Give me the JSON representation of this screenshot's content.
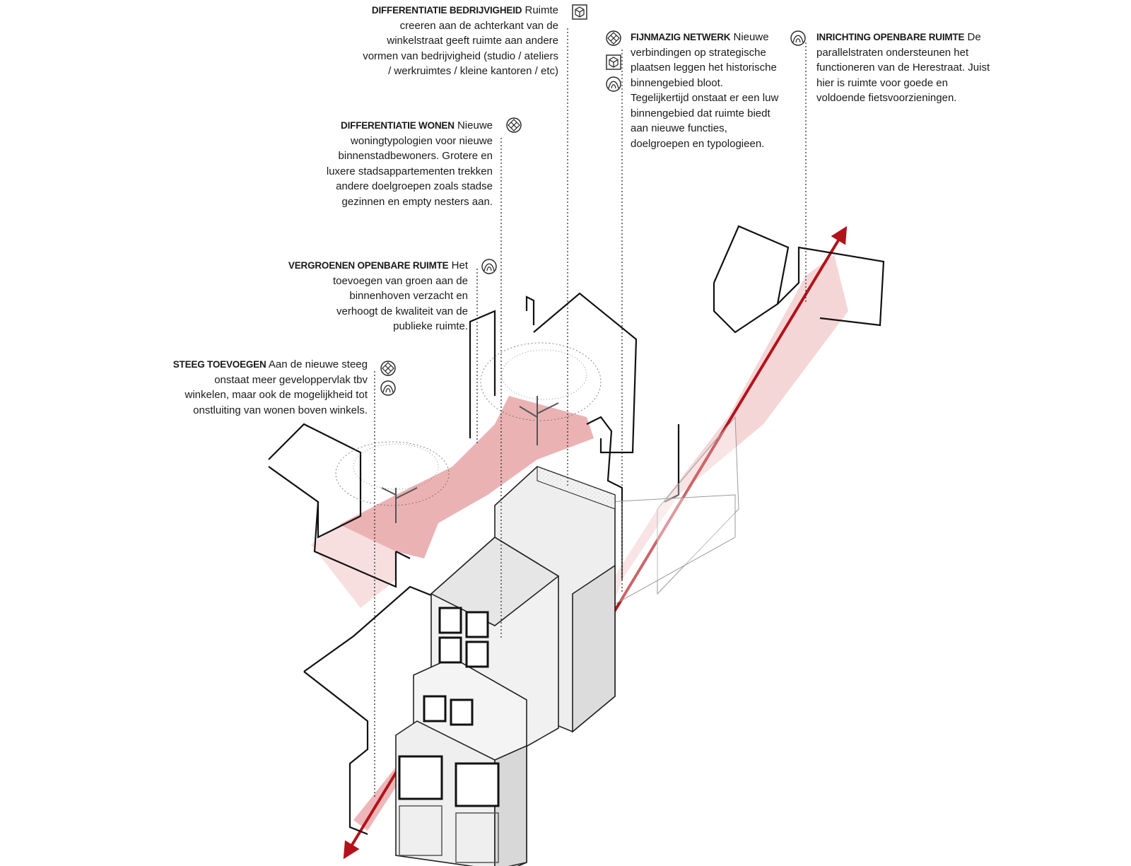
{
  "annotations": [
    {
      "id": "differentiatie-bedrijvigheid",
      "heading": "DIFFERENTIATIE BEDRIJVIGHEID",
      "lines": [
        " Ruimte",
        "creeren aan de achterkant van de",
        "winkelstraat geeft ruimte aan andere",
        "vormen van bedrijvigheid (studio / ateliers",
        "/ werkruimtes / kleine kantoren / etc)"
      ],
      "icons": [
        "cube-icon"
      ]
    },
    {
      "id": "fijnmazig-netwerk",
      "heading": "FIJNMAZIG NETWERK",
      "lines": [
        " Nieuwe",
        "verbindingen op strategische",
        "plaatsen leggen het historische",
        "binnengebied bloot.",
        "Tegelijkertijd onstaat er een luw",
        "binnengebied dat ruimte biedt",
        "aan nieuwe functies,",
        "doelgroepen en typologieen."
      ],
      "icons": [
        "house-grid-icon",
        "cube-icon",
        "arch-icon"
      ]
    },
    {
      "id": "inrichting-openbare-ruimte",
      "heading": "INRICHTING OPENBARE RUIMTE",
      "lines": [
        " De",
        "parallelstraten ondersteunen het",
        "functioneren van de Herestraat. Juist",
        "hier is ruimte voor goede en",
        "voldoende fietsvoorzieningen."
      ],
      "icons": [
        "arch-icon"
      ]
    },
    {
      "id": "differentiatie-wonen",
      "heading": "DIFFERENTIATIE WONEN",
      "lines": [
        " Nieuwe",
        "woningtypologien voor nieuwe",
        "binnenstadbewoners. Grotere en",
        "luxere stadsappartementen trekken",
        "andere doelgroepen zoals stadse",
        "gezinnen en empty nesters aan."
      ],
      "icons": [
        "house-grid-icon"
      ]
    },
    {
      "id": "vergroenen-openbare-ruimte",
      "heading": "VERGROENEN OPENBARE RUIMTE",
      "lines": [
        " Het",
        "toevoegen van groen aan de",
        "binnenhoven verzacht en",
        "verhoogt de kwaliteit van de",
        "publieke ruimte."
      ],
      "icons": [
        "arch-icon"
      ]
    },
    {
      "id": "steeg-toevoegen",
      "heading": "STEEG TOEVOEGEN",
      "lines": [
        " Aan de nieuwe steeg",
        "onstaat meer geveloppervlak tbv",
        "winkelen, maar ook de mogelijkheid tot",
        "onstluiting van wonen boven winkels."
      ],
      "icons": [
        "house-grid-icon",
        "arch-icon"
      ]
    }
  ],
  "colors": {
    "public_space": "#e8a5a7",
    "public_space_light": "#f6dcdd",
    "arrow": "#b3121a",
    "line": "#111111",
    "glass": "#eeeeee"
  }
}
